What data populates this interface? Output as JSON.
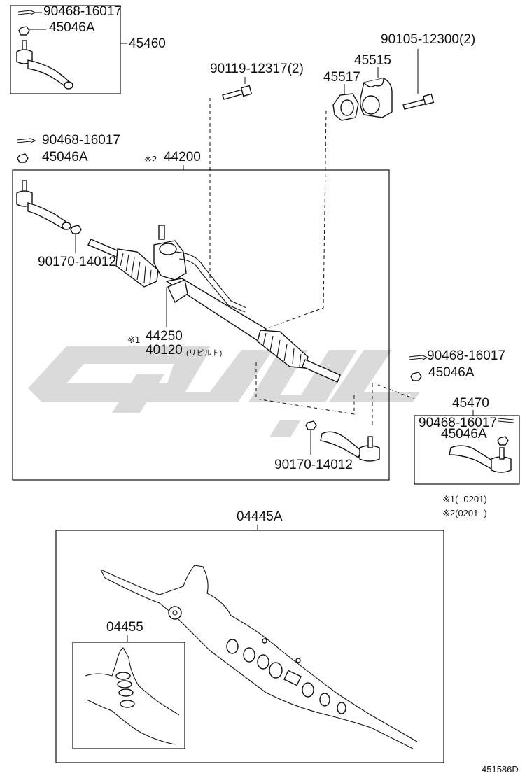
{
  "diagram": {
    "labels": {
      "p90468_top": "90468-16017",
      "p45046a_top": "45046A",
      "p45460": "45460",
      "p90119": "90119-12317(2)",
      "p90105": "90105-12300(2)",
      "p45515": "45515",
      "p45517": "45517",
      "p90468_left": "90468-16017",
      "p45046a_left": "45046A",
      "note2_mark": "※2",
      "p44200": "44200",
      "p90170_left": "90170-14012",
      "note1_mark": "※1",
      "p44250": "44250",
      "p40120": "40120",
      "p40120_suffix": "(リビルト)",
      "p90468_right": "90468-16017",
      "p45046a_right": "45046A",
      "p45470": "45470",
      "p90468_box": "90468-16017",
      "p45046a_box": "45046A",
      "p90170_right": "90170-14012",
      "note1": "※1(    -0201)",
      "note2": "※2(0201-    )",
      "p04445a": "04445A",
      "p04455": "04455",
      "figure_id": "451586D"
    },
    "watermark_color": "#d6d6d6"
  }
}
